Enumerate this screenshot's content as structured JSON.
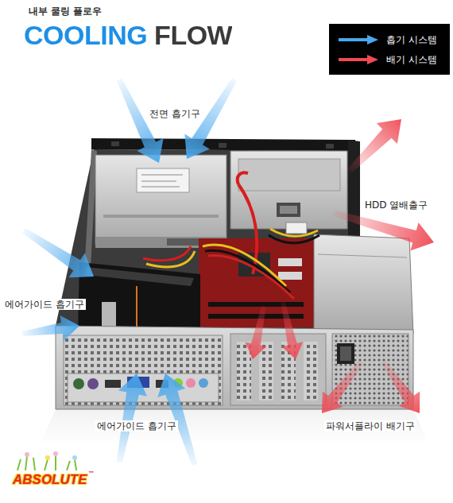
{
  "diagram": {
    "title": "COOLING FLOW",
    "labels": [
      "내부 쿨링 플로우",
      "전면 흡기구",
      "HDD 열배출구",
      "에어가이드 흡기구",
      "에어가이드 흡기구",
      "파워서플라이 배기구",
      "ABSOLUTE",
      "™"
    ],
    "legend": [
      {
        "text": "흡기 시스템",
        "color": "#4aa8ee"
      },
      {
        "text": "배기 시스템",
        "color": "#ef4a55"
      }
    ]
  }
}
